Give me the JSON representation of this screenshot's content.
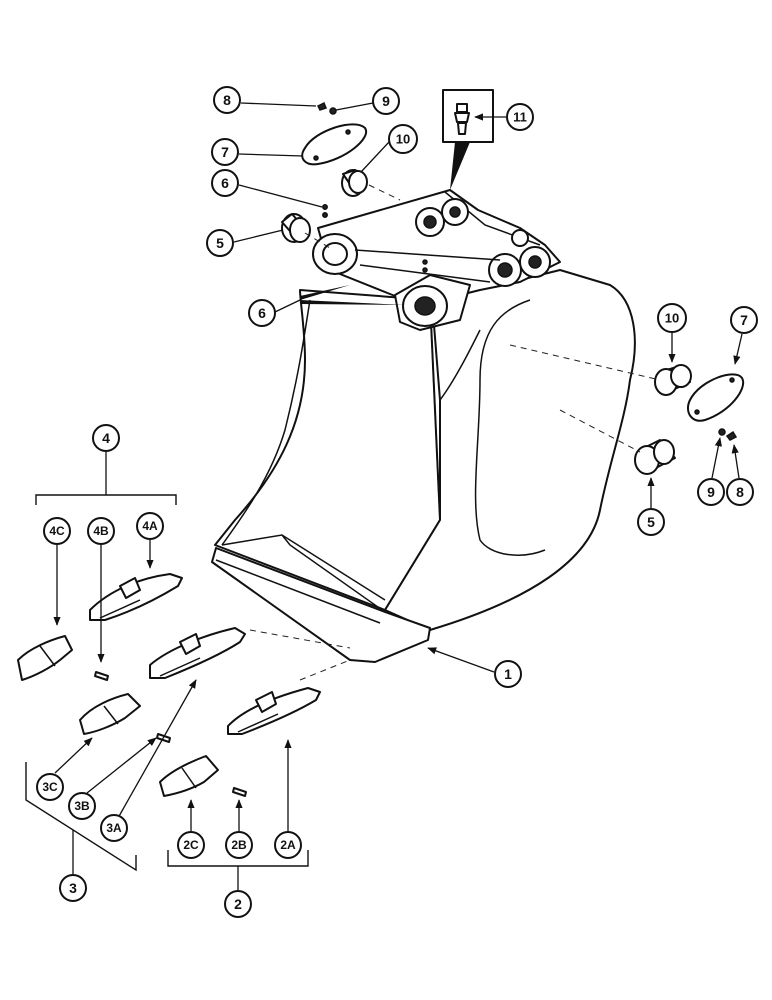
{
  "callouts": {
    "c1": "1",
    "c2": "2",
    "c2a": "2A",
    "c2b": "2B",
    "c2c": "2C",
    "c3": "3",
    "c3a": "3A",
    "c3b": "3B",
    "c3c": "3C",
    "c4": "4",
    "c4a": "4A",
    "c4b": "4B",
    "c4c": "4C",
    "c5_left": "5",
    "c5_right": "5",
    "c6_top": "6",
    "c6_mid": "6",
    "c7_left": "7",
    "c7_right": "7",
    "c8_left": "8",
    "c8_right": "8",
    "c9_left": "9",
    "c9_right": "9",
    "c10_left": "10",
    "c10_right": "10",
    "c11": "11"
  },
  "colors": {
    "ink": "#111111",
    "paper": "#ffffff"
  }
}
